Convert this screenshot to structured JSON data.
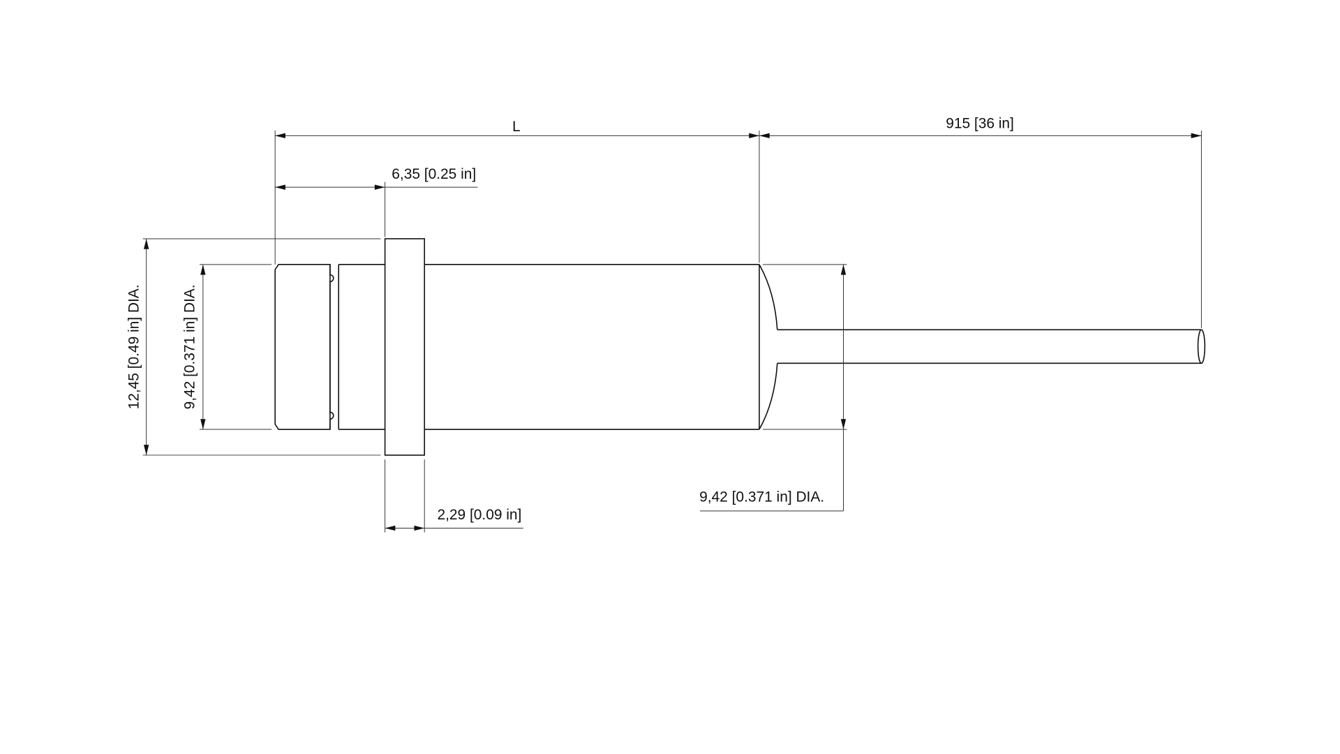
{
  "drawing": {
    "dim_L": "L",
    "dim_cable_length": "915 [36 in]",
    "dim_front_length": "6,35 [0.25 in]",
    "dim_flange_dia": "12,45 [0.49 in] DIA.",
    "dim_front_dia": "9,42 [0.371 in] DIA.",
    "dim_body_dia": "9,42 [0.371 in] DIA.",
    "dim_flange_thickness": "2,29 [0.09 in]"
  },
  "colors": {
    "line": "#111111",
    "background": "#ffffff"
  }
}
